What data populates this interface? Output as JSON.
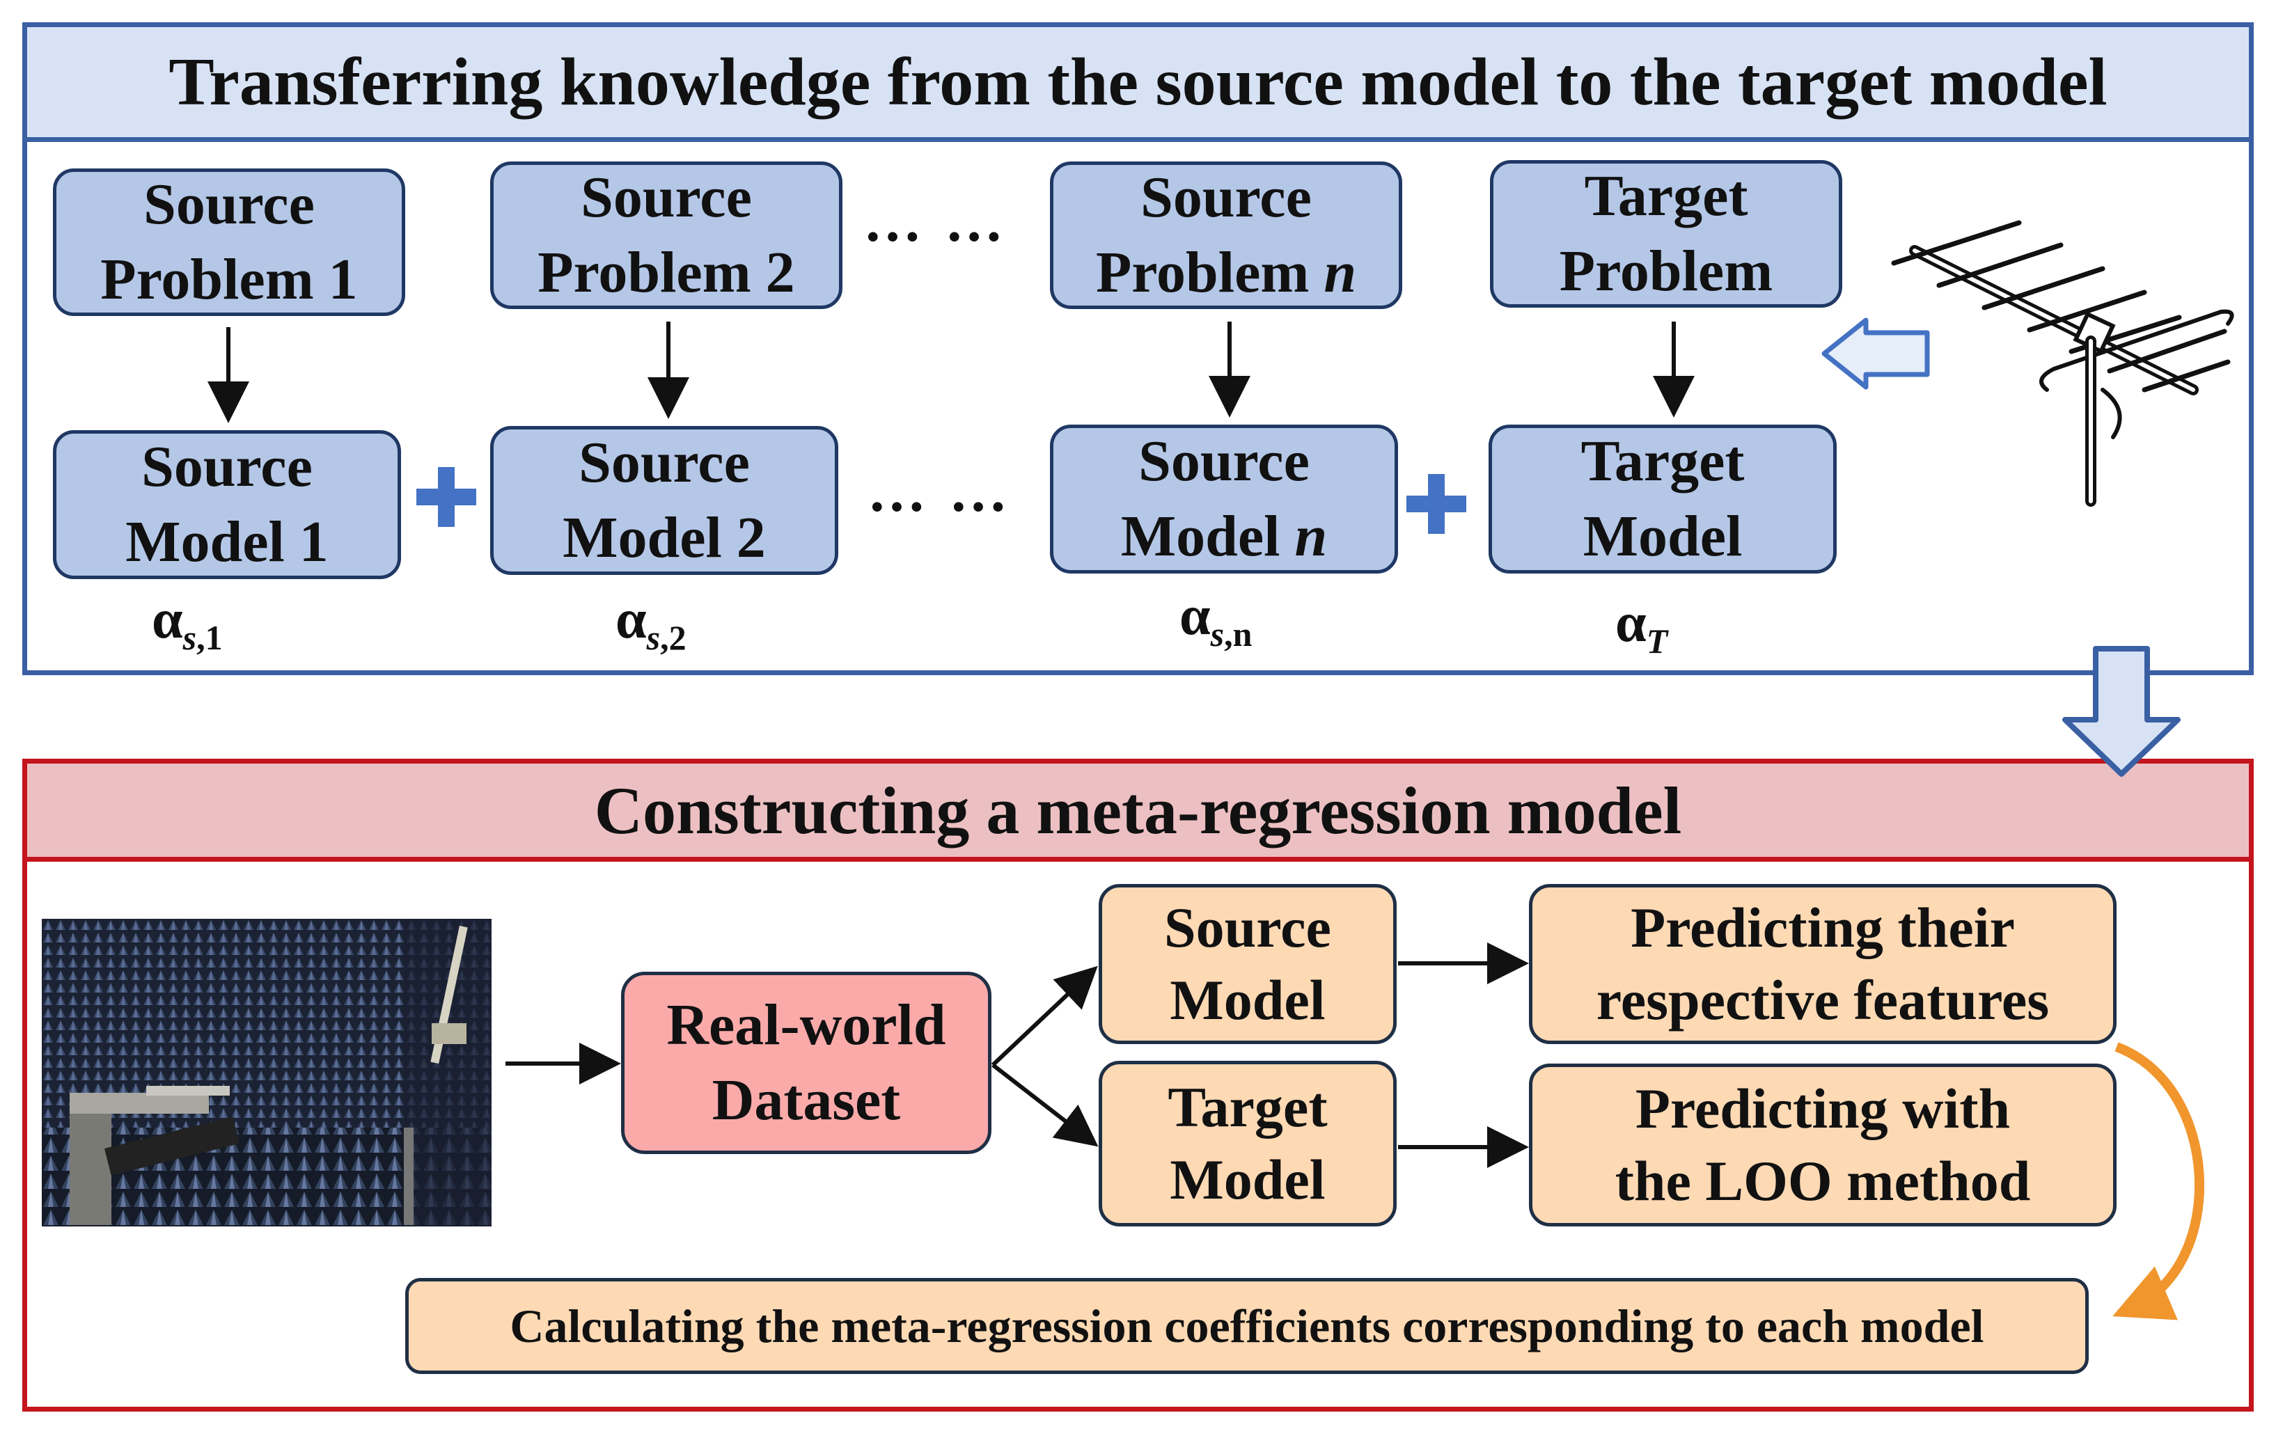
{
  "top_panel": {
    "title": "Transferring knowledge from the source model to the target model",
    "problems": [
      {
        "line1": "Source",
        "line2": "Problem 1"
      },
      {
        "line1": "Source",
        "line2": "Problem 2"
      },
      {
        "line1": "Source",
        "line2_prefix": "Problem ",
        "line2_italic": "n"
      },
      {
        "line1": "Target",
        "line2": "Problem"
      }
    ],
    "models": [
      {
        "line1": "Source",
        "line2": "Model 1"
      },
      {
        "line1": "Source",
        "line2": "Model 2"
      },
      {
        "line1": "Source",
        "line2_prefix": "Model ",
        "line2_italic": "n"
      },
      {
        "line1": "Target",
        "line2": "Model"
      }
    ],
    "ellipsis": "… …",
    "alphas": [
      {
        "symbol": "α",
        "sub_italic": "s",
        "sub_rest": ",1"
      },
      {
        "symbol": "α",
        "sub_italic": "s",
        "sub_rest": ",2"
      },
      {
        "symbol": "α",
        "sub_italic": "s",
        "sub_rest": ",n"
      },
      {
        "symbol": "α",
        "sub_italic": "T",
        "sub_rest": ""
      }
    ]
  },
  "bottom_panel": {
    "title": "Constructing a meta-regression model",
    "dataset": {
      "line1": "Real-world",
      "line2": "Dataset"
    },
    "source_model": {
      "line1": "Source",
      "line2": "Model"
    },
    "target_model": {
      "line1": "Target",
      "line2": "Model"
    },
    "predict_features": {
      "line1": "Predicting their",
      "line2": "respective features"
    },
    "predict_loo": {
      "line1": "Predicting with",
      "line2": "the LOO method"
    },
    "calc": "Calculating the meta-regression coefficients corresponding to each model"
  },
  "colors": {
    "top_border": "#3a5fa3",
    "top_header_fill": "#d7e2f4",
    "blue_box_fill": "#b4c7e7",
    "bottom_border": "#c4141c",
    "bottom_header_fill": "#ecc0c2",
    "orange_box_fill": "#fdd9b4",
    "dataset_fill": "#fbaaaa",
    "plus_color": "#4472c4",
    "curve_arrow": "#f0962d"
  },
  "images": {
    "antenna": "antenna-illustration",
    "chamber": "anechoic-chamber-photo"
  }
}
